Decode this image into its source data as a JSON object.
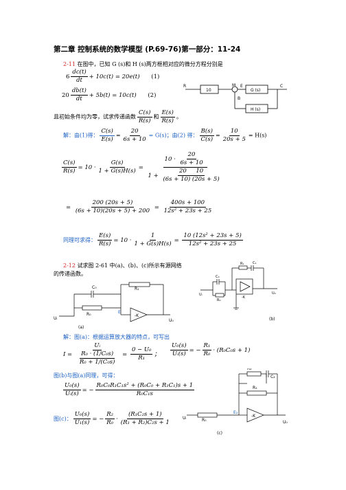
{
  "title": "第二章 控制系统的数学模型 (P.69-76)第一部分：11-24",
  "p211": {
    "tag": "2-11",
    "text": "在图中，已知 G (s)和 H (s)两方框相对应的微分方程分别是",
    "eq1_left": "6",
    "eq1_num": "dc(t)",
    "eq1_den": "dt",
    "eq1_right": "+ 10c(t) = 20e(t)",
    "eq1_no": "(1)",
    "eq2_left": "20",
    "eq2_num": "db(t)",
    "eq2_den": "dt",
    "eq2_right": "+ 5b(t) = 10c(t)",
    "eq2_no": "(2)",
    "cond_pre": "且初始条件均为零，试求传递函数",
    "cond_f1n": "C(s)",
    "cond_f1d": "R(s)",
    "cond_mid": "和",
    "cond_f2n": "E(s)",
    "cond_f2d": "R(s)",
    "cond_end": "。",
    "sol1_pre": "解：由(1)得：",
    "sol1_fn": "C(s)",
    "sol1_fd": "E(s)",
    "sol1_eq": "=",
    "sol1_gn": "20",
    "sol1_gd": "6s + 10",
    "sol1_post": "= G(s)；由(2) 得：",
    "sol1_bn": "B(s)",
    "sol1_bd": "C(s)",
    "sol1_hn": "10",
    "sol1_hd": "20s + 5",
    "sol1_end": "= H(s)",
    "cr_ln": "C(s)",
    "cr_ld": "R(s)",
    "cr_mid": "= 10 ·",
    "cr_gn": "G(s)",
    "cr_gd": "1 + G(s)H(s)",
    "cr_10": "10 ·",
    "cr_20a": "20",
    "cr_6s": "6s + 10",
    "cr_1p": "1 +",
    "cr_20b": "20",
    "cr_10b": "10",
    "cr_den2": "(6s + 10)  (20s + 5)",
    "cr2_n": "200 (20s + 5)",
    "cr2_d": "(6s + 10)(20s + 5) + 200",
    "cr2_n2": "400s + 100",
    "cr2_d2": "12s² + 23s + 25",
    "er_pre": "同理可求得：",
    "er_n": "E(s)",
    "er_d": "R(s)",
    "er_mid": "= 10 ·",
    "er_1n": "1",
    "er_1d": "1 + G(s)H(s)",
    "er_rn": "10 (12s² + 23s + 5)",
    "er_rd": "12s² + 23s + 25"
  },
  "block": {
    "R": "R",
    "box10": "10",
    "M": "M",
    "E": "E",
    "G": "G (s)",
    "C": "C",
    "B": "B",
    "H": "H (s)"
  },
  "p212": {
    "tag": "2-12",
    "text1": "试求图 2-61 中(a)、(b)、(c)所示有源网络",
    "text2": "的传递函数。",
    "sol_a": "解：图(a)：根据运算放大器的特点，可写出",
    "ia_I": "I =",
    "ia_n": "Uᵢ",
    "ia_dn": "R₀ · (1/C₀s)",
    "ia_dd": "R₀ + 1/(C₀s)",
    "ia_n2": "0 − U₀",
    "ia_d2": "R₁",
    "ua_n": "U₀(s)",
    "ua_d": "Uᵢ(s)",
    "ua_eq": "= −",
    "ua_r1": "R₁",
    "ua_r0": "R₀",
    "ua_tail": "· (R₀C₀s + 1)",
    "sol_b": "图(b)与图(a)同理，可得：",
    "ub_n": "U₀(s)",
    "ub_d": "Uᵢ(s)",
    "ub_rn": "R₀C₀R₁C₁s² + (R₀C₀ + R₁C₁)s + 1",
    "ub_rd": "R₀C₁s",
    "sol_c": "图(c)：",
    "uc_n": "U₀(s)",
    "uc_d": "U₁(s)",
    "uc_r2": "R₂",
    "uc_r0": "R₀",
    "uc_tn": "(R₁C₂s + 1)",
    "uc_td": "(R₁ + R₂)C₂s + 1"
  },
  "circ_a": {
    "C0": "C₀",
    "R1": "R₁",
    "R0": "R₀",
    "Ui": "Uᵢ",
    "E": "E",
    "K": "-K",
    "Uo": "U₀",
    "cap": "(a)"
  },
  "circ_b": {
    "R1": "R₁",
    "C1": "C₁",
    "C0": "C₀",
    "R0": "R₀",
    "Ui": "Uᵢ",
    "Uo": "U₀",
    "K": "-K",
    "cap": "(b)"
  },
  "circ_c": {
    "R2": "R₂",
    "C2": "C₂",
    "R1": "R₁",
    "R0": "R₀",
    "Ui": "Uᵢ",
    "E2": "E₂",
    "K": "-K",
    "Uo": "U₀",
    "cap": "(c)"
  }
}
